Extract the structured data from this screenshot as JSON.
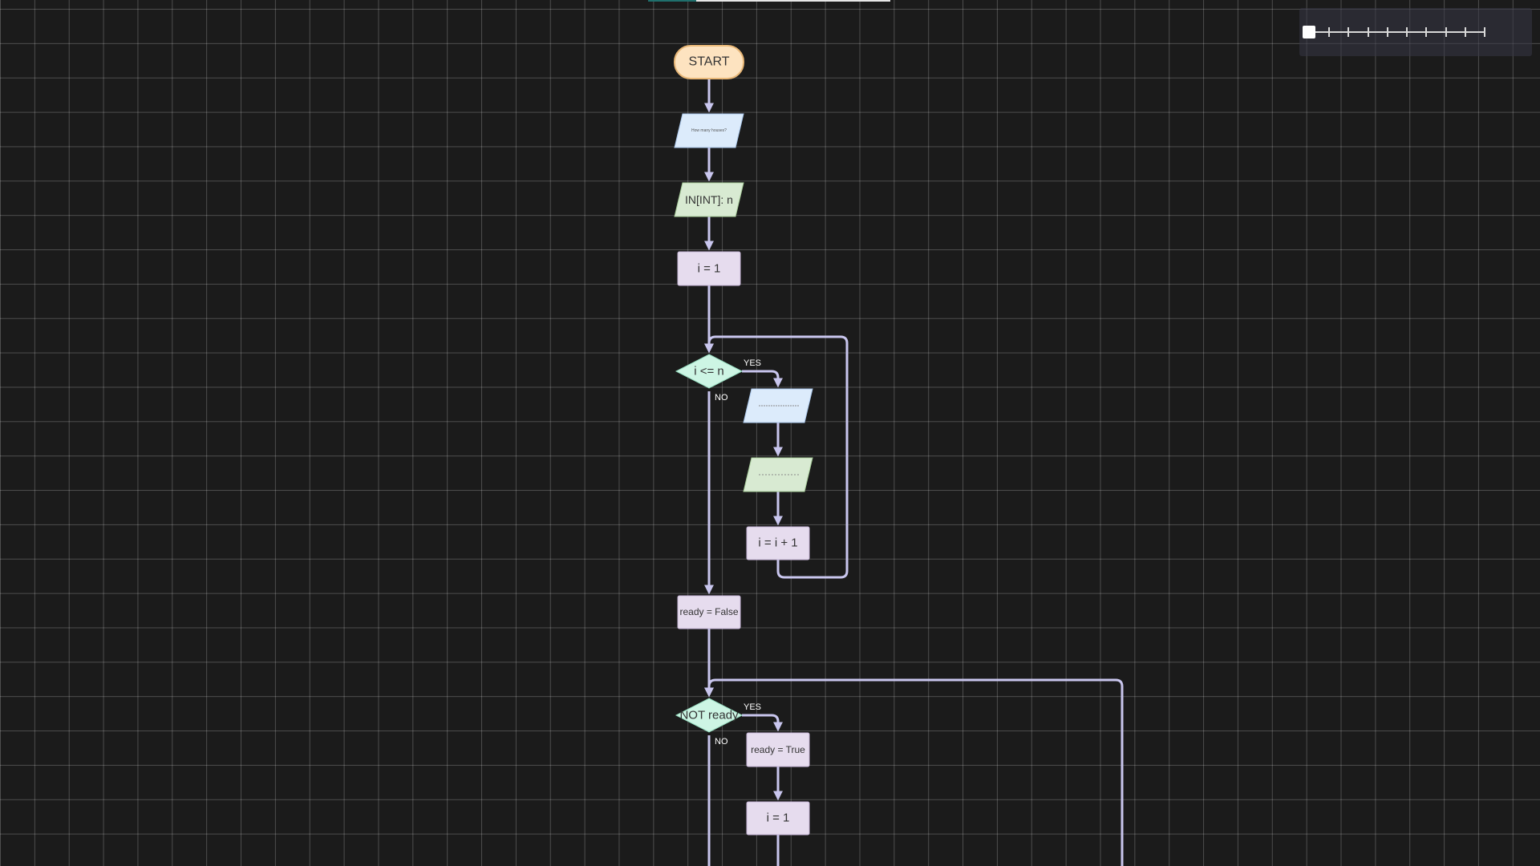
{
  "colors": {
    "background": "#1b1b1b",
    "edge": "#c9c6ee",
    "terminal_fill": "#fde3c0",
    "terminal_stroke": "#e8b777",
    "output_fill": "#dcebfb",
    "input_fill": "#d8ead2",
    "process_fill": "#e6dcee",
    "decision_fill": "#cdf5e4"
  },
  "flowchart": {
    "start": "START",
    "prompt_count": "How many houses?",
    "input_n": "IN[INT]: n",
    "init_i": "i = 1",
    "loop1_condition": "i <= n",
    "loop1_output": "",
    "loop1_input": "",
    "increment": "i = i + 1",
    "ready_false": "ready = False",
    "loop2_condition": "NOT ready",
    "ready_true": "ready = True",
    "init_i_2": "i = 1"
  },
  "edge_labels": {
    "yes": "YES",
    "no": "NO"
  },
  "zoom": {
    "level": 0,
    "steps": 10
  }
}
